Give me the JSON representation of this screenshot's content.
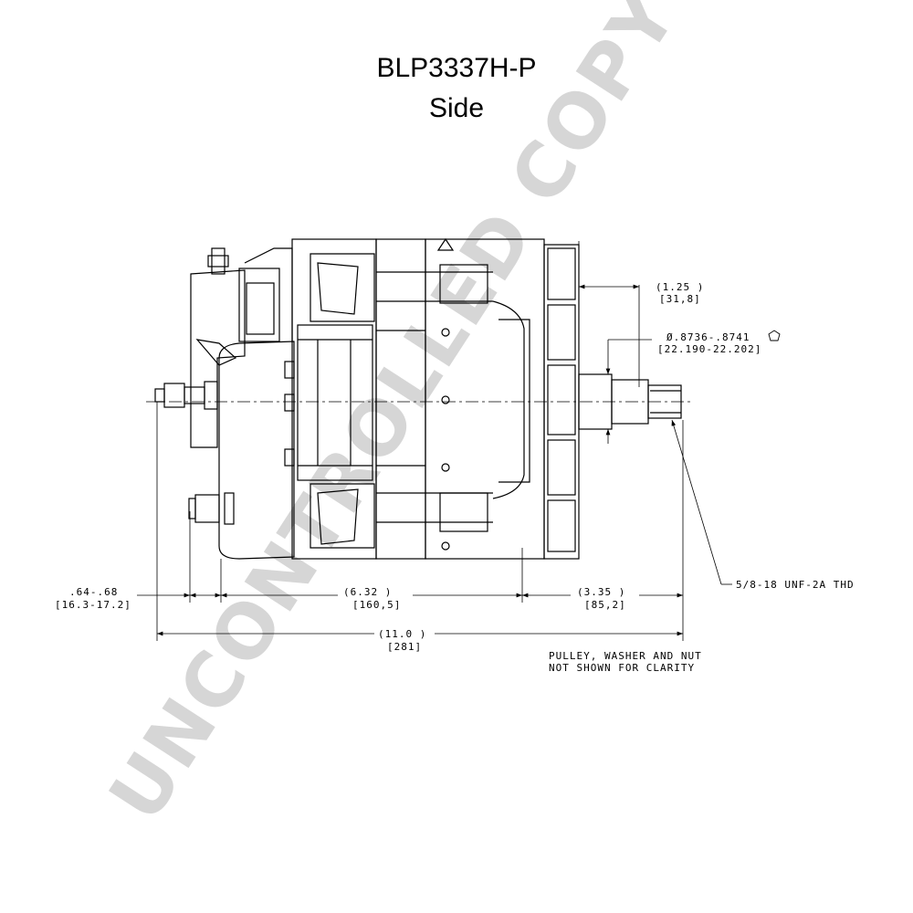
{
  "title": {
    "line1": "BLP3337H-P",
    "line2": "Side"
  },
  "watermark": "UNCONTROLLED COPY",
  "dimensions": {
    "d_1_25": {
      "in": "(1.25   )",
      "mm": "[31,8]"
    },
    "d_bore": {
      "in": "Ø.8736-.8741",
      "mm": "[22.190-22.202]"
    },
    "d_064": {
      "in": ".64-.68",
      "mm": "[16.3-17.2]"
    },
    "d_632": {
      "in": "(6.32     )",
      "mm": "[160,5]"
    },
    "d_335": {
      "in": "(3.35    )",
      "mm": "[85,2]"
    },
    "d_110": {
      "in": "(11.0 )",
      "mm": "[281]"
    },
    "thread": "5/8-18 UNF-2A THD"
  },
  "note": {
    "line1": "PULLEY, WASHER AND NUT",
    "line2": "NOT SHOWN FOR CLARITY"
  },
  "colors": {
    "line": "#000000",
    "watermark": "#d6d6d6"
  }
}
